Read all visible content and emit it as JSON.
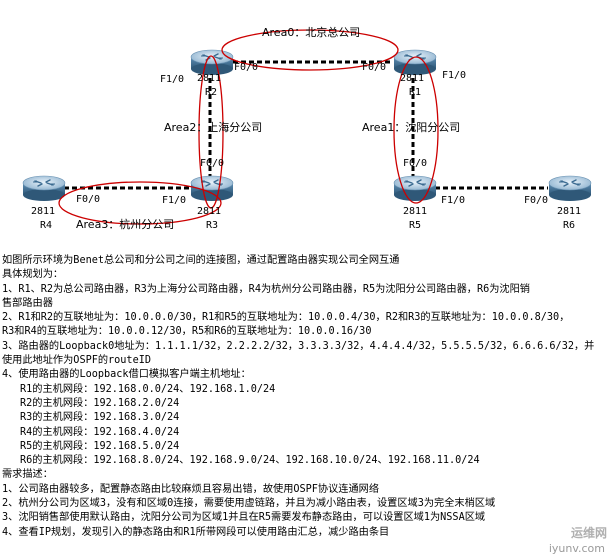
{
  "diagram": {
    "routers": [
      {
        "id": "R2",
        "model": "2811",
        "name": "R2"
      },
      {
        "id": "R1",
        "model": "2811",
        "name": "R1"
      },
      {
        "id": "R3",
        "model": "2811",
        "name": "R3"
      },
      {
        "id": "R4",
        "model": "2811",
        "name": "R4"
      },
      {
        "id": "R5",
        "model": "2811",
        "name": "R5"
      },
      {
        "id": "R6",
        "model": "2811",
        "name": "R6"
      }
    ],
    "areas": {
      "area0": "Area0：北京总公司",
      "area1": "Area1：沈阳分公司",
      "area2": "Area2：上海分公司",
      "area3": "Area3：杭州分公司"
    },
    "interfaces": {
      "r2_f10": "F1/0",
      "r2_f00": "F0/0",
      "r1_f00": "F0/0",
      "r1_f10": "F1/0",
      "r3_f00": "F0/0",
      "r3_f10": "F1/0",
      "r4_f00": "F0/0",
      "r5_f00": "F0/0",
      "r5_f10": "F1/0",
      "r6_f00": "F0/0"
    }
  },
  "text": {
    "intro": "如图所示环境为Benet总公司和分公司之间的连接图，通过配置路由器实现公司全网互通",
    "plan_title": "具体规划为：",
    "p1a": "1、R1、R2为总公司路由器，R3为上海分公司路由器，R4为杭州分公司路由器，R5为沈阳分公司路由器，R6为沈阳销",
    "p1b": "售部路由器",
    "p2a": "2、R1和R2的互联地址为：10.0.0.0/30，R1和R5的互联地址为：10.0.0.4/30，R2和R3的互联地址为：10.0.0.8/30，",
    "p2b": "R3和R4的互联地址为：10.0.0.12/30，R5和R6的互联地址为：10.0.0.16/30",
    "p3a": "3、路由器的Loopback0地址为：1.1.1.1/32，2.2.2.2/32，3.3.3.3/32，4.4.4.4/32，5.5.5.5/32，6.6.6.6/32，并",
    "p3b": "使用此地址作为OSPF的routeID",
    "p4": "4、使用路由器的Loopback借口模拟客户端主机地址：",
    "h1": "R1的主机网段：192.168.0.0/24、192.168.1.0/24",
    "h2": "R2的主机网段：192.168.2.0/24",
    "h3": "R3的主机网段：192.168.3.0/24",
    "h4": "R4的主机网段：192.168.4.0/24",
    "h5": "R5的主机网段：192.168.5.0/24",
    "h6": "R6的主机网段：192.168.8.0/24、192.168.9.0/24、192.168.10.0/24、192.168.11.0/24",
    "req_title": "需求描述：",
    "q1": "1、公司路由器较多，配置静态路由比较麻烦且容易出错，故使用OSPF协议连通网络",
    "q2": "2、杭州分公司为区域3，没有和区域0连接，需要使用虚链路，并且为减小路由表，设置区域3为完全末梢区域",
    "q3": "3、沈阳销售部使用默认路由，沈阳分公司为区域1并且在R5需要发布静态路由，可以设置区域1为NSSA区域",
    "q4": "4、查看IP规划，发现引入的静态路由和R1所带网段可以使用路由汇总，减少路由条目"
  },
  "watermark": {
    "brand": "运维网",
    "url": "iyunv.com"
  },
  "colors": {
    "ellipse": "#cc0000",
    "link": "#000000",
    "router_top": "#9fc0d8",
    "router_side": "#4f7fa3"
  }
}
